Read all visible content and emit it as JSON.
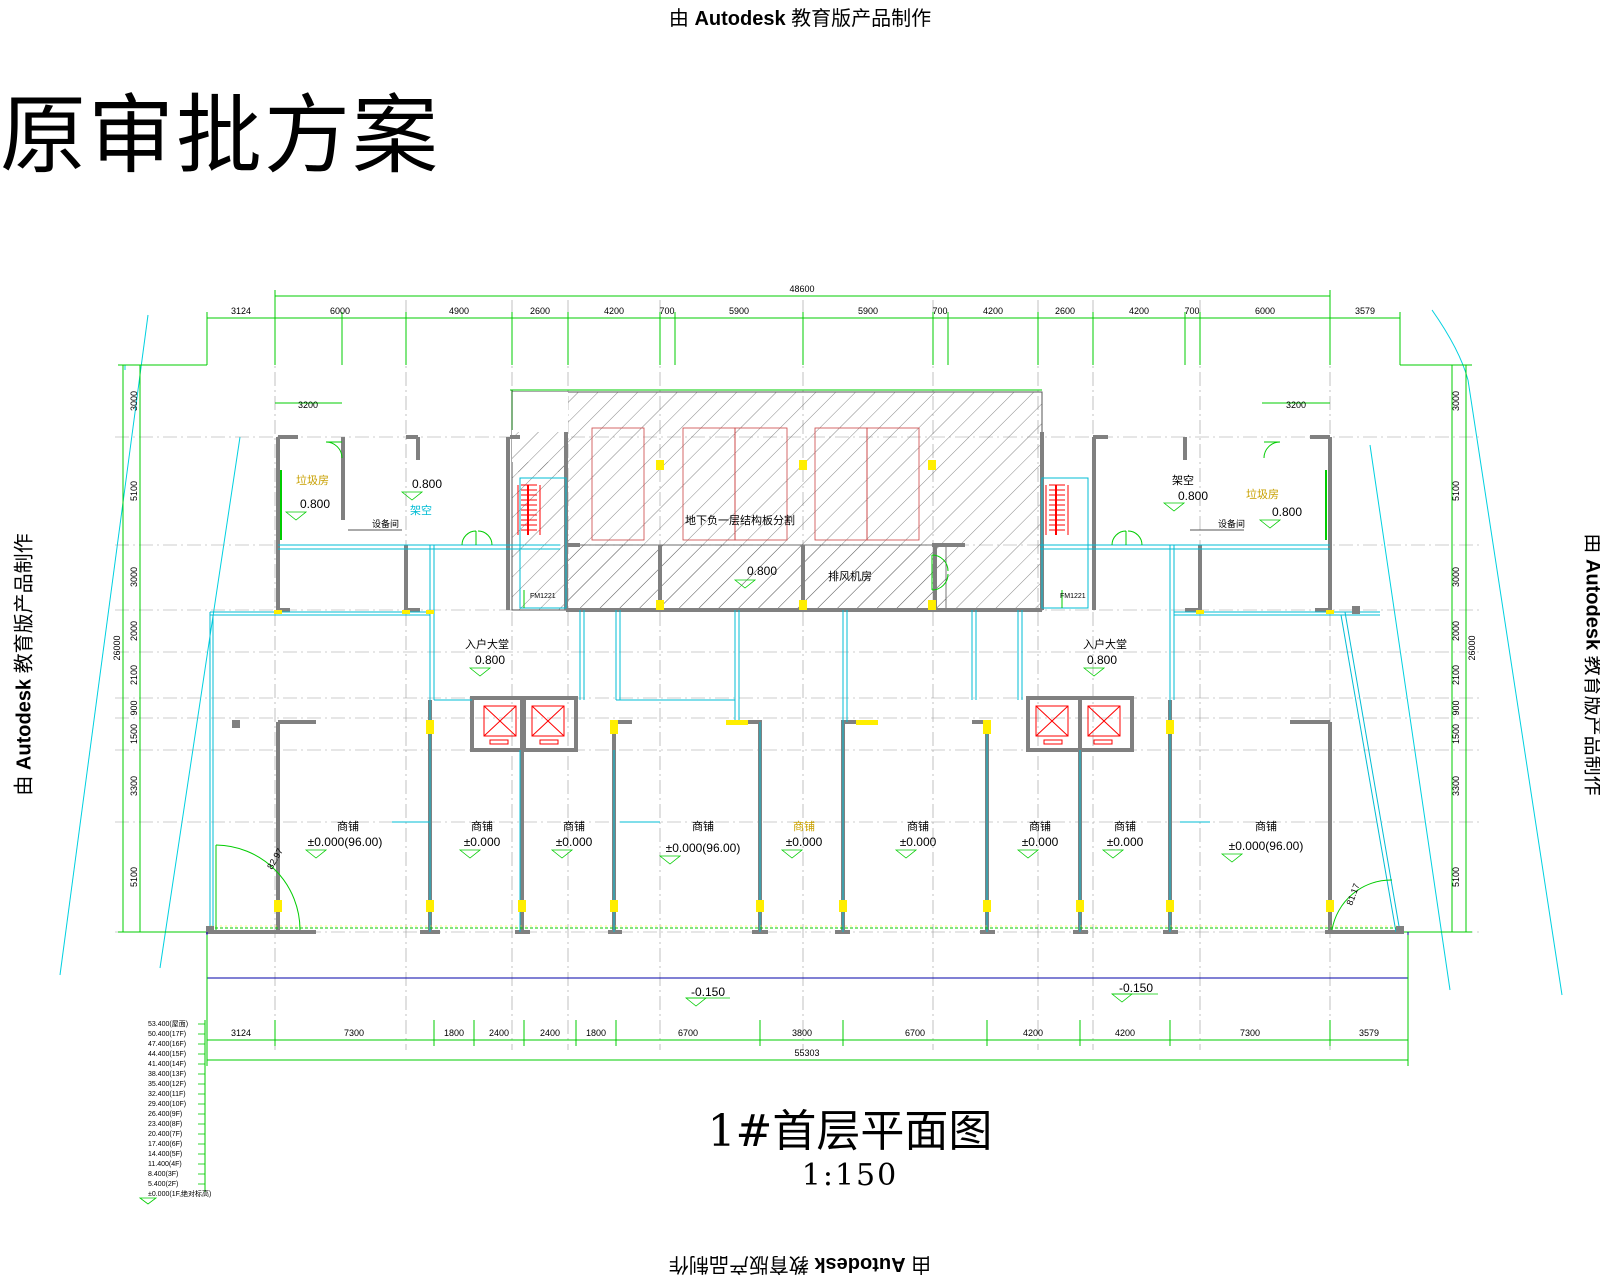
{
  "watermark": {
    "prefix": "由",
    "brand": "Autodesk",
    "suffix": "教育版产品制作"
  },
  "stamp_text": "原审批方案",
  "drawing": {
    "title": "1#首层平面图",
    "scale": "1:150"
  },
  "dimensions": {
    "top_overall": "48600",
    "top": [
      "3124",
      "6000",
      "4900",
      "2600",
      "4200",
      "700",
      "5900",
      "5900",
      "700",
      "4200",
      "2600",
      "4200",
      "700",
      "6000",
      "3579"
    ],
    "left_overall": "26000",
    "right_overall": "26000",
    "left": [
      "3000",
      "5100",
      "3000",
      "2000",
      "2100",
      "900",
      "1500",
      "3300",
      "5100"
    ],
    "right": [
      "3000",
      "5100",
      "3000",
      "2000",
      "2100",
      "900",
      "1500",
      "3300",
      "5100"
    ],
    "bottom": [
      "3124",
      "7300",
      "1800",
      "2400",
      "2400",
      "1800",
      "6700",
      "3800",
      "6700",
      "4200",
      "4200",
      "7300",
      "3579"
    ],
    "bottom_overall": "55303",
    "room_width_left": "3200",
    "room_width_right": "3200",
    "curve_left": "82.97",
    "curve_right": "81.17"
  },
  "rooms": {
    "shop": "商铺",
    "entrance_hall": "入户大堂",
    "smoke_exhaust": "排风机房",
    "garbage": "垃圾房",
    "void": "架空",
    "equipment": "设备间",
    "fire_door": "FM1221",
    "hatched_area": "地下负一层结构板分割"
  },
  "elevations": {
    "e0800": "0.800",
    "e0000": "±0.000",
    "e0000_abs": "±0.000(96.00)",
    "e_m150": "-0.150"
  },
  "levels": [
    "53.400(屋面)",
    "50.400(17F)",
    "47.400(16F)",
    "44.400(15F)",
    "41.400(14F)",
    "38.400(13F)",
    "35.400(12F)",
    "32.400(11F)",
    "29.400(10F)",
    "26.400(9F)",
    "23.400(8F)",
    "20.400(7F)",
    "17.400(6F)",
    "14.400(5F)",
    "11.400(4F)",
    "8.400(3F)",
    "5.400(2F)",
    "±0.000(1F,绝对标高)"
  ],
  "colors": {
    "dim_line": "#00cc00",
    "wall": "#808080",
    "glass": "#00bcd4",
    "stair": "#ff0000",
    "door": "#00cc00",
    "column_mark": "#ffee00",
    "baseline": "#0000aa"
  }
}
